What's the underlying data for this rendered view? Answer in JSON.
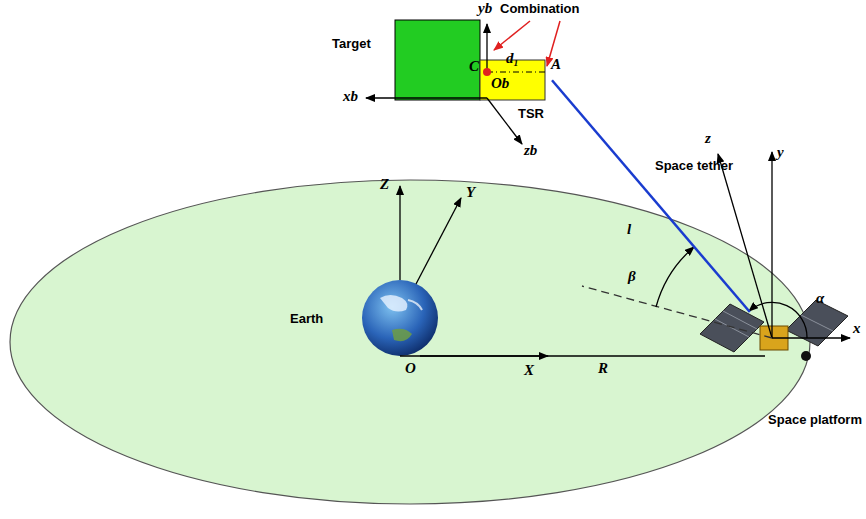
{
  "diagram": {
    "nodes": [
      {
        "text": [
          "Target"
        ]
      },
      {
        "text": [
          "TSR"
        ]
      },
      {
        "text": [
          "Space platform"
        ]
      }
    ],
    "edges": [
      {
        "from": 2,
        "to": 1,
        "arrow": "none",
        "label": "l"
      }
    ],
    "labels": [
      "Combination",
      "yb",
      "xb",
      "zb",
      "C",
      "Ob",
      "d₁",
      "A",
      "Space tether",
      "β",
      "α",
      "z",
      "y",
      "x",
      "Z",
      "Y",
      "X",
      "O",
      "R",
      "Earth"
    ]
  }
}
